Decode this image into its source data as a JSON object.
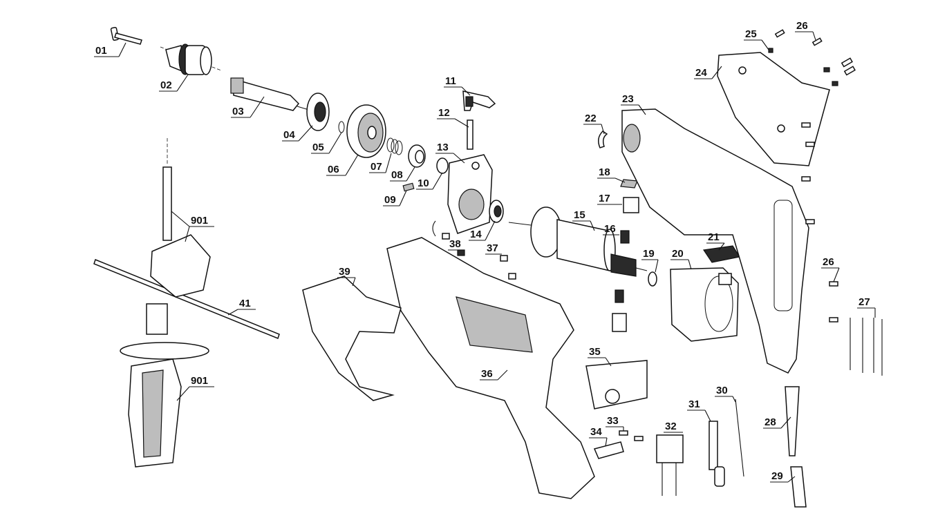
{
  "part_labels": {
    "p01": "01",
    "p02": "02",
    "p03": "03",
    "p04": "04",
    "p05": "05",
    "p06": "06",
    "p07": "07",
    "p08": "08",
    "p09": "09",
    "p10": "10",
    "p11": "11",
    "p12": "12",
    "p13": "13",
    "p14": "14",
    "p15": "15",
    "p16": "16",
    "p17": "17",
    "p18": "18",
    "p19": "19",
    "p20": "20",
    "p21": "21",
    "p22": "22",
    "p23": "23",
    "p24": "24",
    "p25": "25",
    "p26a": "26",
    "p26b": "26",
    "p27": "27",
    "p28": "28",
    "p29": "29",
    "p30": "30",
    "p31": "31",
    "p32": "32",
    "p33": "33",
    "p34": "34",
    "p35": "35",
    "p36": "36",
    "p37": "37",
    "p38": "38",
    "p39": "39",
    "p41": "41",
    "p901a": "901",
    "p901b": "901"
  }
}
